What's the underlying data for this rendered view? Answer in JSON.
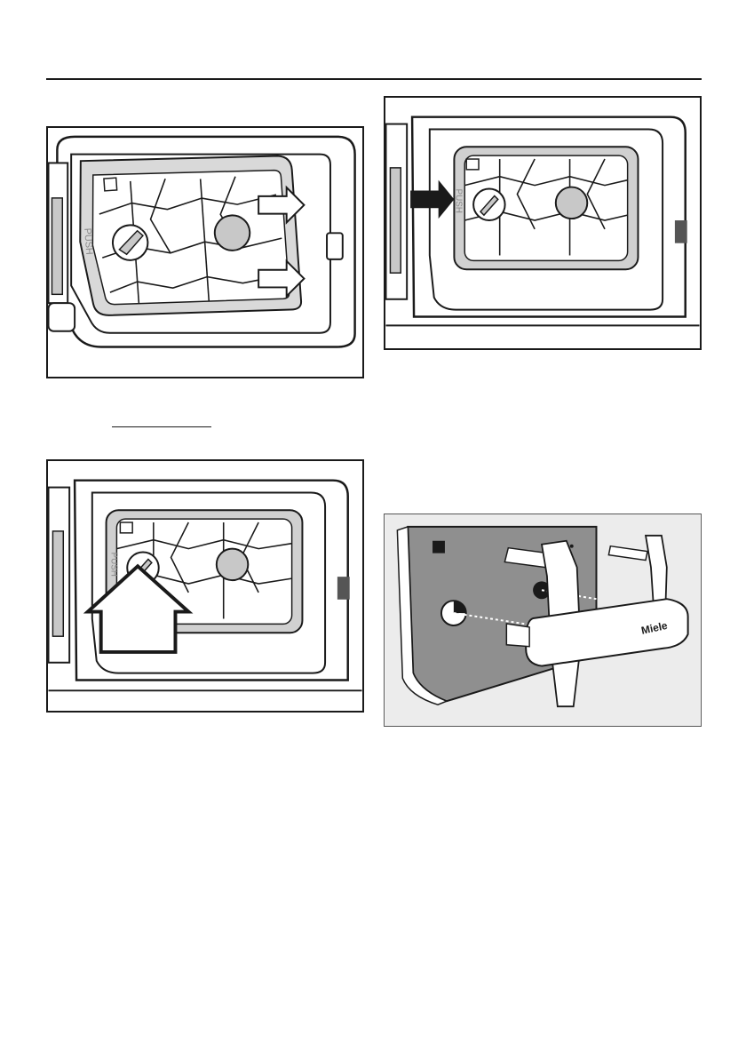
{
  "page": {
    "background": "#ffffff",
    "ink": "#1a1a1a"
  },
  "figures": {
    "fig1": {
      "panel_label": "PUSH",
      "arrows": "right",
      "icon": "filter-grille-removal"
    },
    "fig2": {
      "panel_label": "PUSH",
      "arrows": "right-into-panel",
      "icon": "filter-grille-insert"
    },
    "fig3": {
      "panel_label": "PUSH",
      "arrows": "up",
      "icon": "filter-grille-push"
    },
    "fig4": {
      "brand_text": "Miele",
      "icon": "connector-and-handle"
    }
  },
  "colors": {
    "panel_gray": "#c8c8c8",
    "frame_gray": "#9a9a9a",
    "body_gray": "#8f8f8f",
    "arrow_fill": "#1a1a1a"
  }
}
